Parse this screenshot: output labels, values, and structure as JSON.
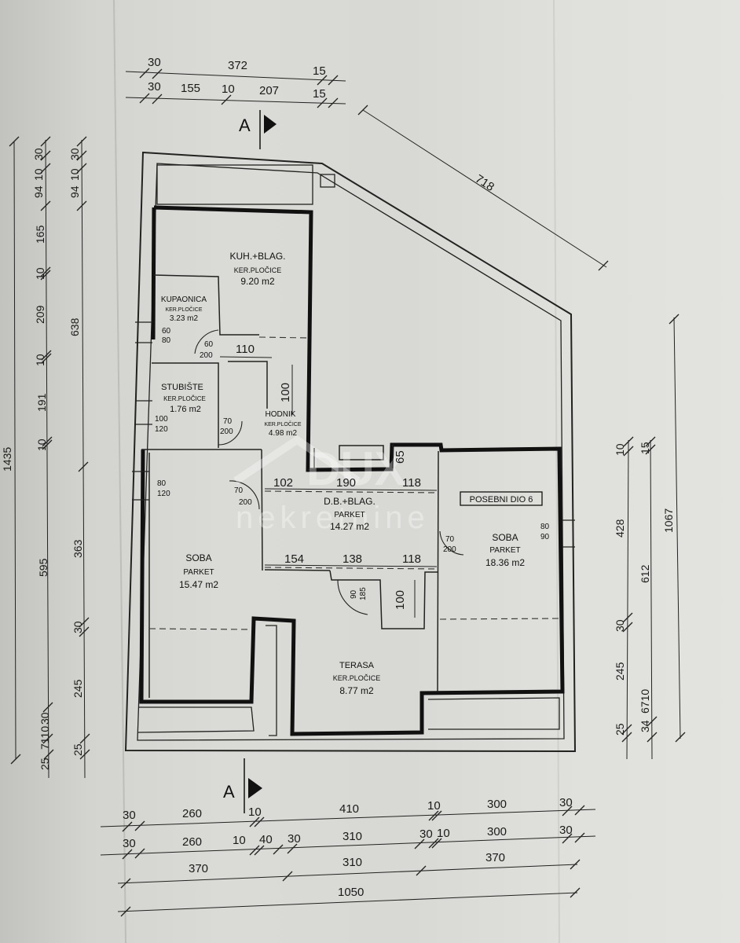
{
  "section_marker": "A",
  "watermark": {
    "brand": "DUX",
    "sub": "nekretnine"
  },
  "rooms": {
    "kuh": {
      "name": "KUH.+BLAG.",
      "floor": "KER.PLOČICE",
      "area": "9.20 m2"
    },
    "kupaonica": {
      "name": "KUPAONICA",
      "floor": "KER.PLOČICE",
      "area": "3.23 m2"
    },
    "stubiste": {
      "name": "STUBIŠTE",
      "floor": "KER.PLOČICE",
      "area": "1.76 m2"
    },
    "hodnik": {
      "name": "HODNIK",
      "floor": "KER.PLOČICE",
      "area": "4.98 m2"
    },
    "db": {
      "name": "D.B.+BLAG.",
      "floor": "PARKET",
      "area": "14.27 m2"
    },
    "soba_left": {
      "name": "SOBA",
      "floor": "PARKET",
      "area": "15.47 m2"
    },
    "soba_right": {
      "name": "SOBA",
      "floor": "PARKET",
      "area": "18.36 m2"
    },
    "terasa": {
      "name": "TERASA",
      "floor": "KER.PLOČICE",
      "area": "8.77 m2"
    }
  },
  "unit_label": "POSEBNI DIO 6",
  "openings": {
    "w_kup_a": "60",
    "w_kup_b": "80",
    "d_kup_a": "60",
    "d_kup_b": "200",
    "w_stub_a": "100",
    "w_stub_b": "120",
    "d_stub_a": "70",
    "d_stub_b": "200",
    "w_soba_a": "80",
    "w_soba_b": "120",
    "d_soba_a": "70",
    "d_soba_b": "200",
    "d_sobar_a": "70",
    "d_sobar_b": "200",
    "w_sobar_a": "80",
    "w_sobar_b": "90",
    "d_ter_a": "90",
    "d_ter_b": "185"
  },
  "interior_dims": {
    "hall_w": "110",
    "hall_h": "100",
    "row1_a": "102",
    "row1_b": "190",
    "row1_c": "118",
    "notch": "65",
    "row2_a": "154",
    "row2_b": "138",
    "row2_c": "118",
    "ter_h": "100"
  },
  "top_dims": {
    "r1": [
      "30",
      "372",
      "15"
    ],
    "r2": [
      "30",
      "155",
      "10",
      "207",
      "15"
    ],
    "diag": "718"
  },
  "bottom_dims": {
    "r1": [
      "30",
      "260",
      "10",
      "410",
      "10",
      "300",
      "30"
    ],
    "r2": [
      "30",
      "260",
      "10",
      "40",
      "30",
      "310",
      "30",
      "10",
      "300",
      "30"
    ],
    "r3": [
      "370",
      "310",
      "370"
    ],
    "r4": "1050"
  },
  "left_dims": {
    "total": "1435",
    "c1": [
      "30",
      "10",
      "94",
      "165",
      "10",
      "209",
      "10",
      "191",
      "10",
      "595",
      "30",
      "7110",
      "25"
    ],
    "c2": [
      "30",
      "10",
      "94",
      "638",
      "363",
      "30",
      "245",
      "25"
    ]
  },
  "right_dims": {
    "total": "1067",
    "c1": [
      "10",
      "428",
      "612",
      "30",
      "245",
      "25"
    ],
    "c2": [
      "15",
      "34",
      "6710"
    ]
  }
}
